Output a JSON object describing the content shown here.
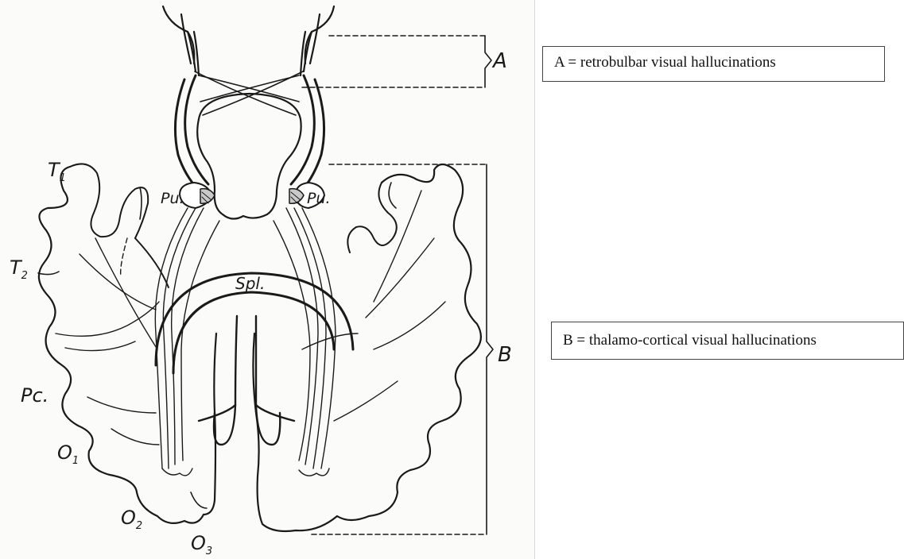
{
  "diagram": {
    "labels": {
      "bracket_a": "A",
      "bracket_b": "B",
      "pulvinar_left": "Pu.",
      "pulvinar_right": "Pu.",
      "splenium": "Spl.",
      "t1": "T",
      "t1_sub": "1",
      "t2": "T",
      "t2_sub": "2",
      "pc": "Pc.",
      "o1": "O",
      "o1_sub": "1",
      "o2": "O",
      "o2_sub": "2",
      "o3": "O",
      "o3_sub": "3"
    }
  },
  "legend": {
    "a_text": "A = retrobulbar visual hallucinations",
    "b_text": "B = thalamo-cortical  visual hallucinations"
  },
  "colors": {
    "ink": "#1a1a1a",
    "paper": "#fbfbf9",
    "box_border": "#444444"
  }
}
